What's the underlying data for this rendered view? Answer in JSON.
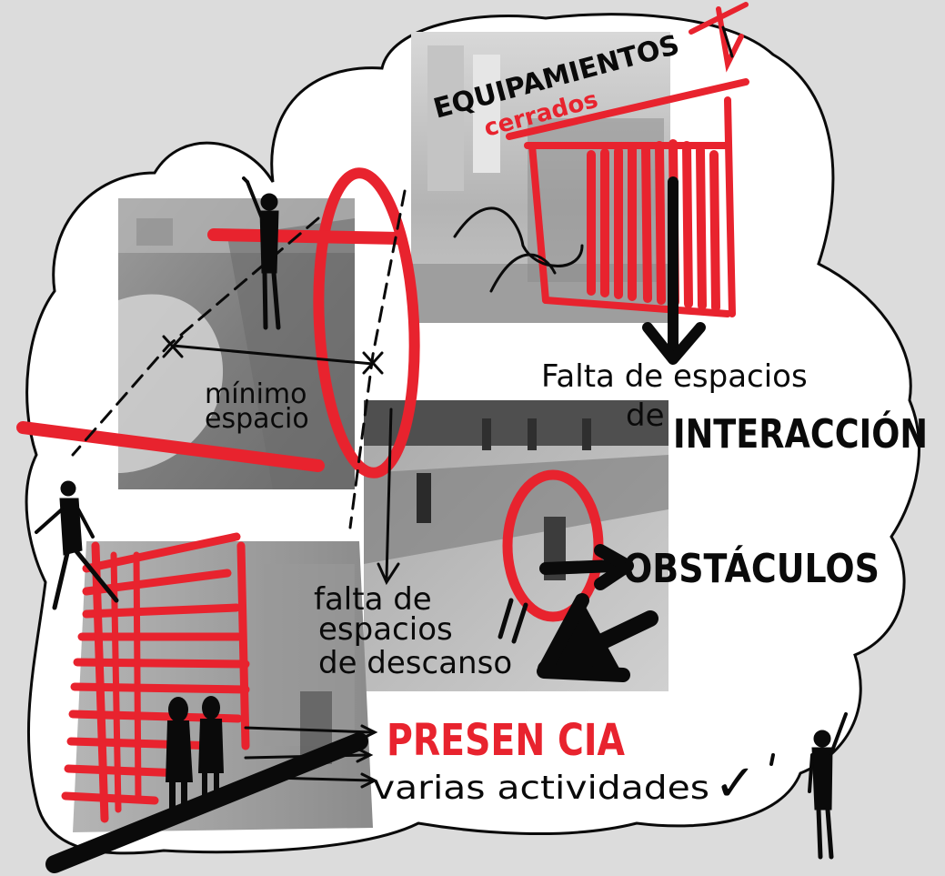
{
  "annotations": {
    "equipamientos": "EQUIPAMIENTOS",
    "cerrados": "cerrados",
    "minimo_line1": "mínimo",
    "minimo_line2": "espacio",
    "falta_interaccion_line1": "Falta de espacios",
    "falta_interaccion_line2_prefix": "de",
    "falta_interaccion_line2_main": "INTERACCIÓN",
    "obstaculos": "OBSTÁCULOS",
    "falta_descanso_line1": "falta de",
    "falta_descanso_line2": "espacios",
    "falta_descanso_line3": "de descanso",
    "presencia": "PRESEN CIA",
    "varias_actividades": "varias actividades",
    "check_mark": "✓"
  },
  "colors": {
    "background": "#dcdcdc",
    "cloud": "#ffffff",
    "ink": "#0a0a0a",
    "accent_red": "#e8232e",
    "photo_gray": "#8f8f8f"
  }
}
